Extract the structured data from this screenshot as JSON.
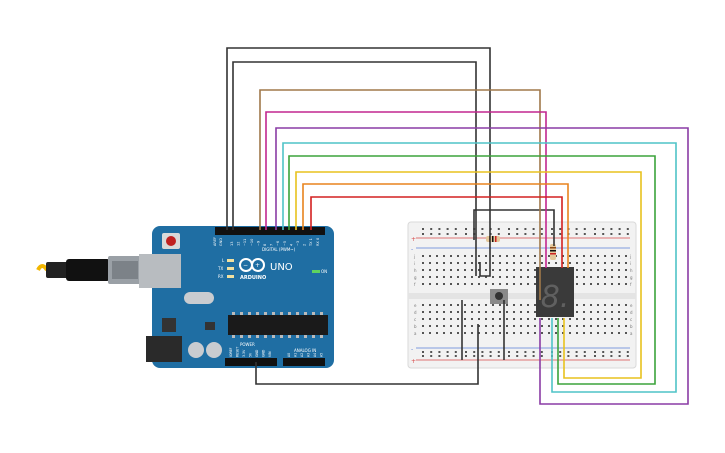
{
  "board": {
    "brand": "ARDUINO",
    "model": "UNO",
    "digital_label": "DIGITAL (PWM~)",
    "analog_label": "ANALOG IN",
    "power_label": "POWER",
    "on_label": "ON",
    "led_l": "L",
    "led_tx": "TX",
    "led_rx": "RX",
    "aref_label": "AREF",
    "gnd_label": "GND",
    "digital_pins": [
      "13",
      "12",
      "~11",
      "~10",
      "~9",
      "8",
      "7",
      "~6",
      "~5",
      "4",
      "~3",
      "2",
      "TX 1",
      "RX 0"
    ],
    "analog_pins": [
      "A0",
      "A1",
      "A2",
      "A3",
      "A4",
      "A5"
    ],
    "power_pins": [
      "IOREF",
      "RESET",
      "3.3V",
      "5V",
      "GND",
      "GND",
      "VIN"
    ]
  },
  "breadboard": {
    "row_letters_top": [
      "j",
      "i",
      "h",
      "g",
      "f"
    ],
    "row_letters_bottom": [
      "e",
      "d",
      "c",
      "b",
      "a"
    ],
    "rail_plus": "+",
    "rail_minus": "-"
  },
  "display": {
    "digit": "8."
  },
  "colors": {
    "pcb": "#1f6ea3",
    "wire_black": "#333333",
    "wire_brown": "#a0784a",
    "wire_magenta": "#c2278f",
    "wire_purple": "#8a3ca5",
    "wire_cyan": "#4fc3c7",
    "wire_green": "#3ba33b",
    "wire_yellow": "#e8c21e",
    "wire_orange": "#e8841e",
    "wire_red": "#d42020"
  }
}
